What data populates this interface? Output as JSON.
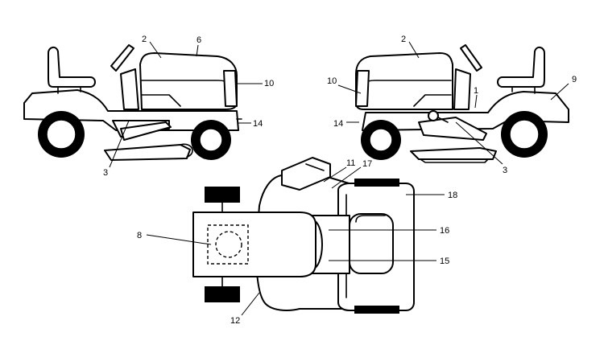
{
  "callouts": {
    "left": {
      "c2": "2",
      "c6": "6",
      "c10": "10",
      "c14": "14",
      "c3": "3"
    },
    "right": {
      "c2": "2",
      "c1": "1",
      "c9": "9",
      "c10": "10",
      "c14": "14",
      "c3": "3"
    },
    "top": {
      "c11": "11",
      "c17": "17",
      "c18": "18",
      "c8": "8",
      "c16": "16",
      "c15": "15",
      "c12": "12"
    }
  },
  "colors": {
    "ink": "#000000",
    "paper": "#ffffff"
  }
}
